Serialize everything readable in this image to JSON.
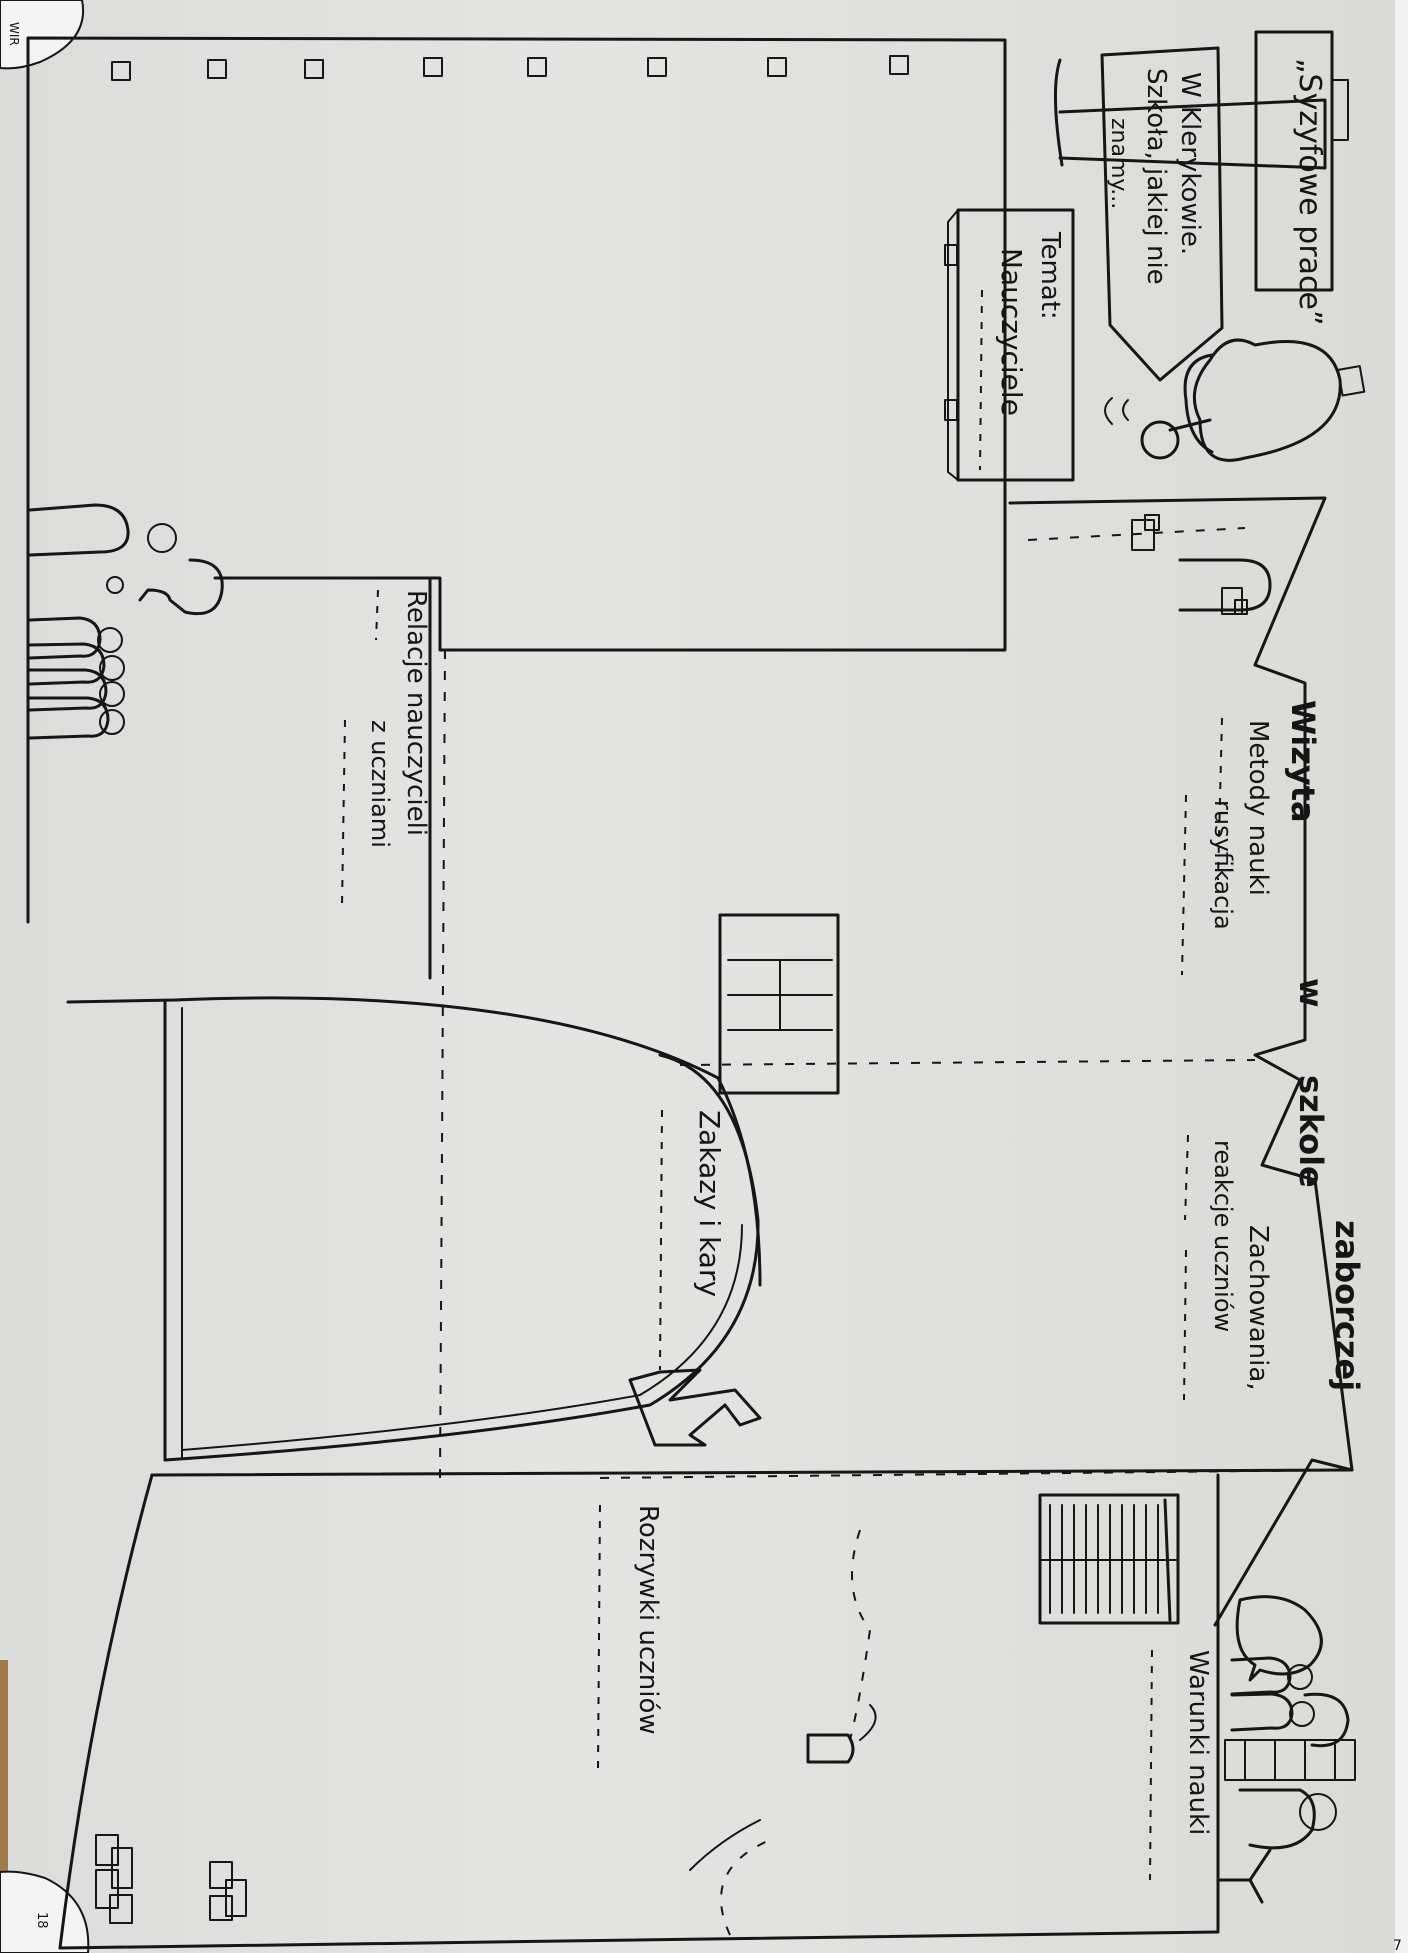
{
  "page": {
    "title_words": [
      "Wizyta",
      "w",
      "szkole",
      "zaborczej"
    ],
    "book_title": "„Syzyfowe prace”",
    "intro_note": [
      "W Klerykowie.",
      "Szkoła, jakiej nie",
      "znamy..."
    ],
    "board_text": [
      "Temat:",
      "Nauczyciele"
    ],
    "page_number": "18",
    "corner_tab_text": "WIR",
    "edge_number": "7"
  },
  "sections": {
    "methods": [
      "Metody nauki",
      "rusyfikacja"
    ],
    "behaviour": [
      "Zachowania,",
      "reakcje uczniów"
    ],
    "relations": [
      "Relacje nauczycieli",
      "z uczniami"
    ],
    "bans": "Zakazy i kary",
    "games": "Rozrywki uczniów",
    "conditions": "Warunki nauki"
  }
}
